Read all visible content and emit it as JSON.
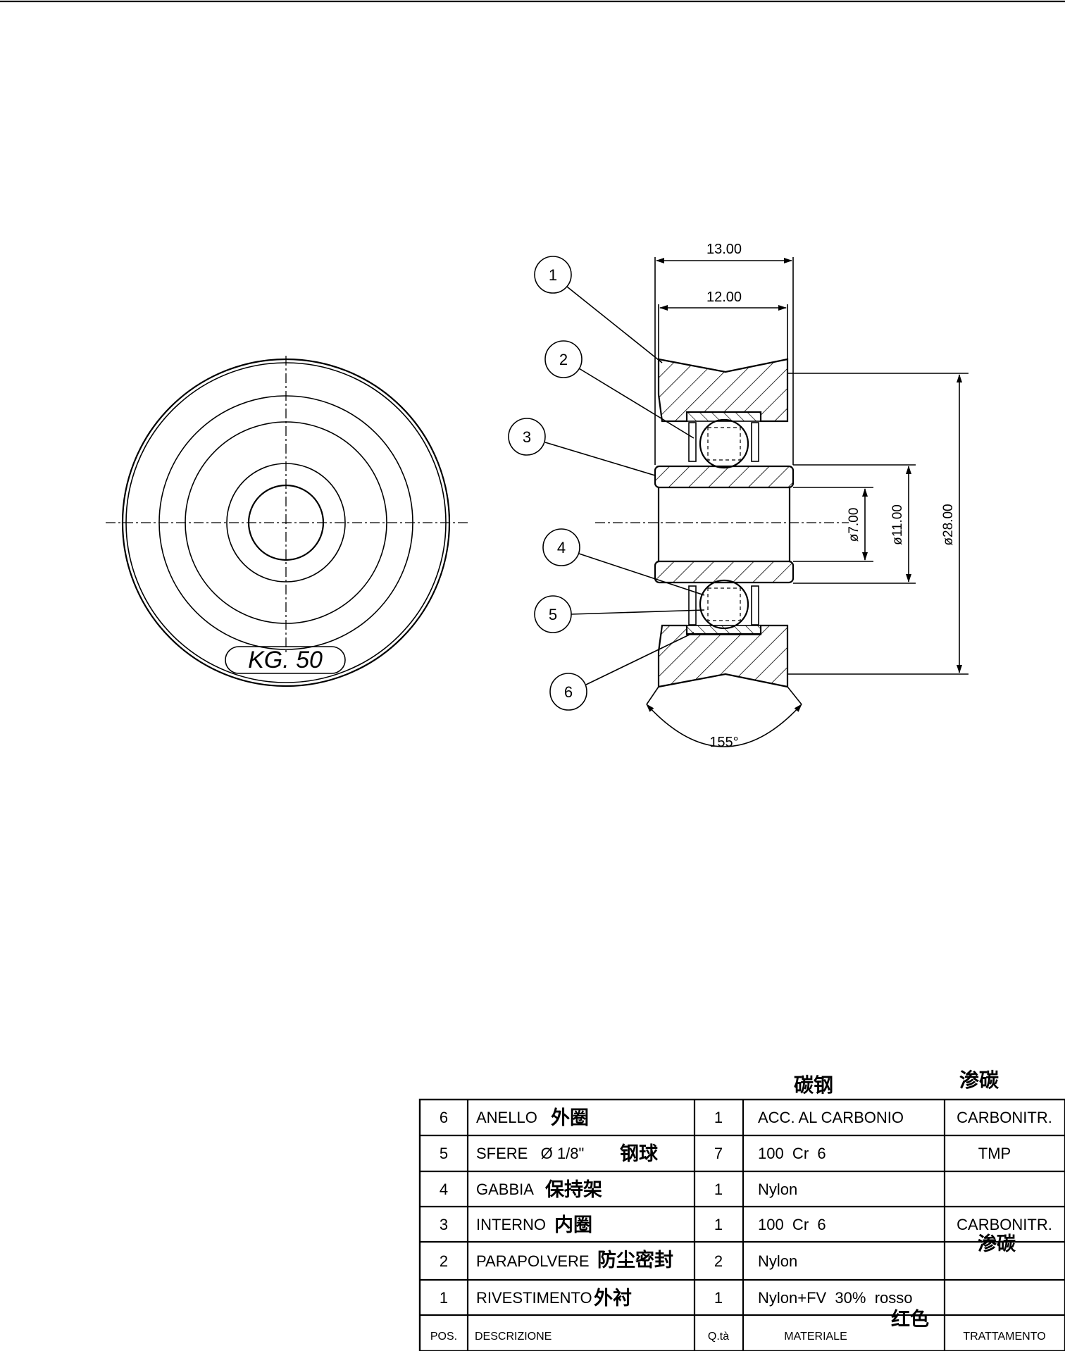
{
  "front_view": {
    "stamp": "KG. 50"
  },
  "section_view": {
    "dimensions": {
      "overall_width": "13.00",
      "bore_width": "12.00",
      "bore_diameter": "ø7.00",
      "inner_ring_diameter": "ø11.00",
      "outer_diameter": "ø28.00",
      "groove_angle": "155°"
    },
    "balloons": [
      "1",
      "2",
      "3",
      "4",
      "5",
      "6"
    ]
  },
  "parts_table": {
    "above_labels": {
      "material": "碳钢",
      "treatment": "渗碳"
    },
    "rows": [
      {
        "pos": "6",
        "desc": "ANELLO",
        "desc_cn": "外圈",
        "qty": "1",
        "material": "ACC. AL CARBONIO",
        "material_cn": "",
        "treatment": "CARBONITR.",
        "treatment_cn": ""
      },
      {
        "pos": "5",
        "desc": "SFERE   Ø 1/8\"",
        "desc_cn": "钢球",
        "qty": "7",
        "material": "100  Cr  6",
        "material_cn": "",
        "treatment": "TMP",
        "treatment_cn": ""
      },
      {
        "pos": "4",
        "desc": "GABBIA",
        "desc_cn": "保持架",
        "qty": "1",
        "material": "Nylon",
        "material_cn": "",
        "treatment": "",
        "treatment_cn": ""
      },
      {
        "pos": "3",
        "desc": "INTERNO",
        "desc_cn": "内圈",
        "qty": "1",
        "material": "100  Cr  6",
        "material_cn": "",
        "treatment": "CARBONITR.",
        "treatment_cn": "渗碳"
      },
      {
        "pos": "2",
        "desc": "PARAPOLVERE",
        "desc_cn": "防尘密封",
        "qty": "2",
        "material": "Nylon",
        "material_cn": "",
        "treatment": "",
        "treatment_cn": ""
      },
      {
        "pos": "1",
        "desc": "RIVESTIMENTO",
        "desc_cn": "外衬",
        "qty": "1",
        "material": "Nylon+FV  30%  rosso",
        "material_cn": "红色",
        "treatment": "",
        "treatment_cn": ""
      }
    ],
    "headers": {
      "pos": "POS.",
      "desc": "DESCRIZIONE",
      "qty": "Q.tà",
      "material": "MATERIALE",
      "treatment": "TRATTAMENTO"
    }
  }
}
